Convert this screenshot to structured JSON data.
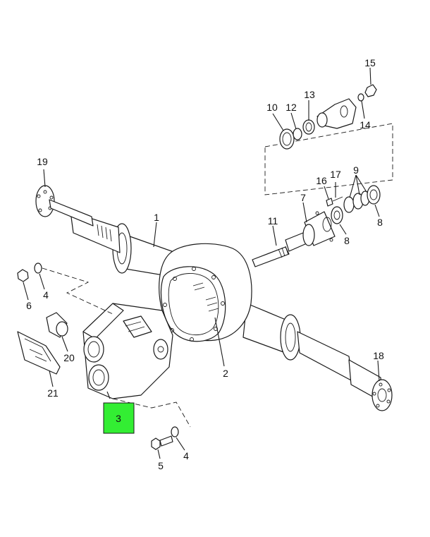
{
  "diagram": {
    "callouts": {
      "c1": "1",
      "c2": "2",
      "c3": "3",
      "c4a": "4",
      "c4b": "4",
      "c5": "5",
      "c6": "6",
      "c7": "7",
      "c8a": "8",
      "c8b": "8",
      "c9": "9",
      "c10": "10",
      "c11": "11",
      "c12": "12",
      "c13": "13",
      "c14": "14",
      "c15": "15",
      "c16": "16",
      "c17": "17",
      "c18": "18",
      "c19": "19",
      "c20": "20",
      "c21": "21"
    },
    "highlighted_callout": "c3",
    "highlight_color": "#33ee33"
  }
}
